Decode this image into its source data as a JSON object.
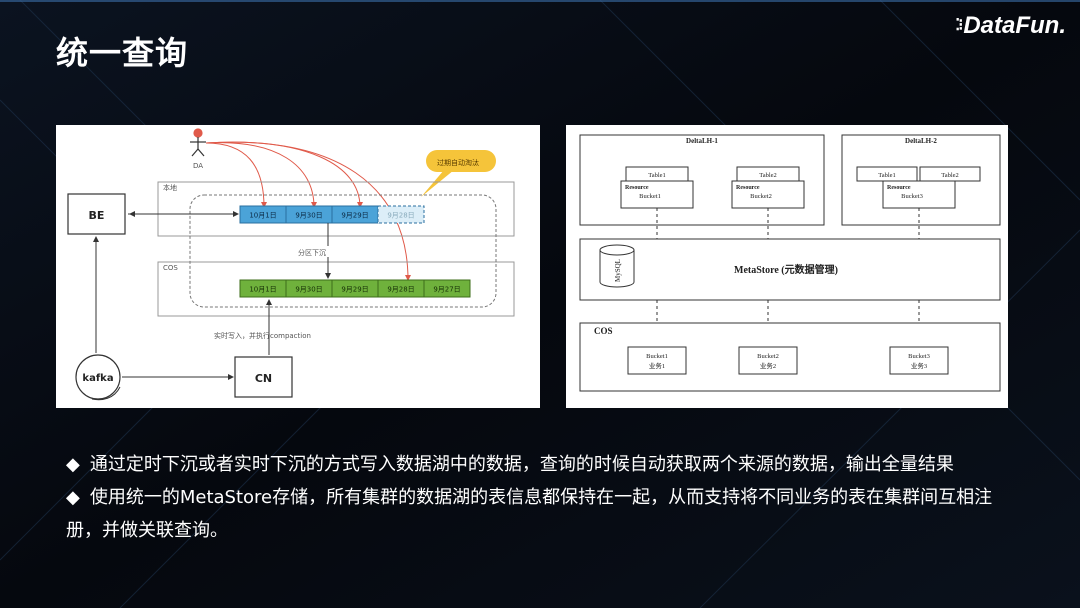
{
  "slide": {
    "title": "统一查询",
    "logo_text": "DataFun.",
    "logo_dots": "⁚⁝"
  },
  "left_diagram": {
    "actor_label": "DA",
    "callout_label": "过期自动淘汰",
    "local_label": "本地",
    "cos_label": "COS",
    "be_label": "BE",
    "cn_label": "CN",
    "kafka_label": "kafka",
    "sink_label": "分区下沉",
    "write_label": "实时写入，并执行compaction",
    "local_partitions": [
      "10月1日",
      "9月30日",
      "9月29日",
      "9月28日"
    ],
    "cos_partitions": [
      "10月1日",
      "9月30日",
      "9月29日",
      "9月28日",
      "9月27日"
    ],
    "colors": {
      "local": "#4ba3d8",
      "cos": "#6fb13c",
      "expired": "#dceef8",
      "arrow": "#e05a4a",
      "callout": "#f5c43a"
    }
  },
  "right_diagram": {
    "lake1_title": "DeltaLH-1",
    "lake2_title": "DeltaLH-2",
    "lake1_tables": [
      "Table1",
      "Table2"
    ],
    "lake2_tables": [
      "Table1",
      "Table2"
    ],
    "resource_label": "Resource",
    "buckets_local": [
      "Bucket1",
      "Bucket2",
      "Bucket3"
    ],
    "mysql_label": "MySQL",
    "metastore_label": "MetaStore (元数据管理)",
    "cos_label": "COS",
    "cos_buckets": [
      {
        "name": "Bucket1",
        "biz": "业务1"
      },
      {
        "name": "Bucket2",
        "biz": "业务2"
      },
      {
        "name": "Bucket3",
        "biz": "业务3"
      }
    ]
  },
  "bullets": [
    {
      "mark": "◆",
      "text": "通过定时下沉或者实时下沉的方式写入数据湖中的数据，查询的时候自动获取两个来源的数据，输出全量结果"
    },
    {
      "mark": "◆",
      "text": "使用统一的MetaStore存储，所有集群的数据湖的表信息都保持在一起，从而支持将不同业务的表在集群间互相注册，并做关联查询。"
    }
  ]
}
